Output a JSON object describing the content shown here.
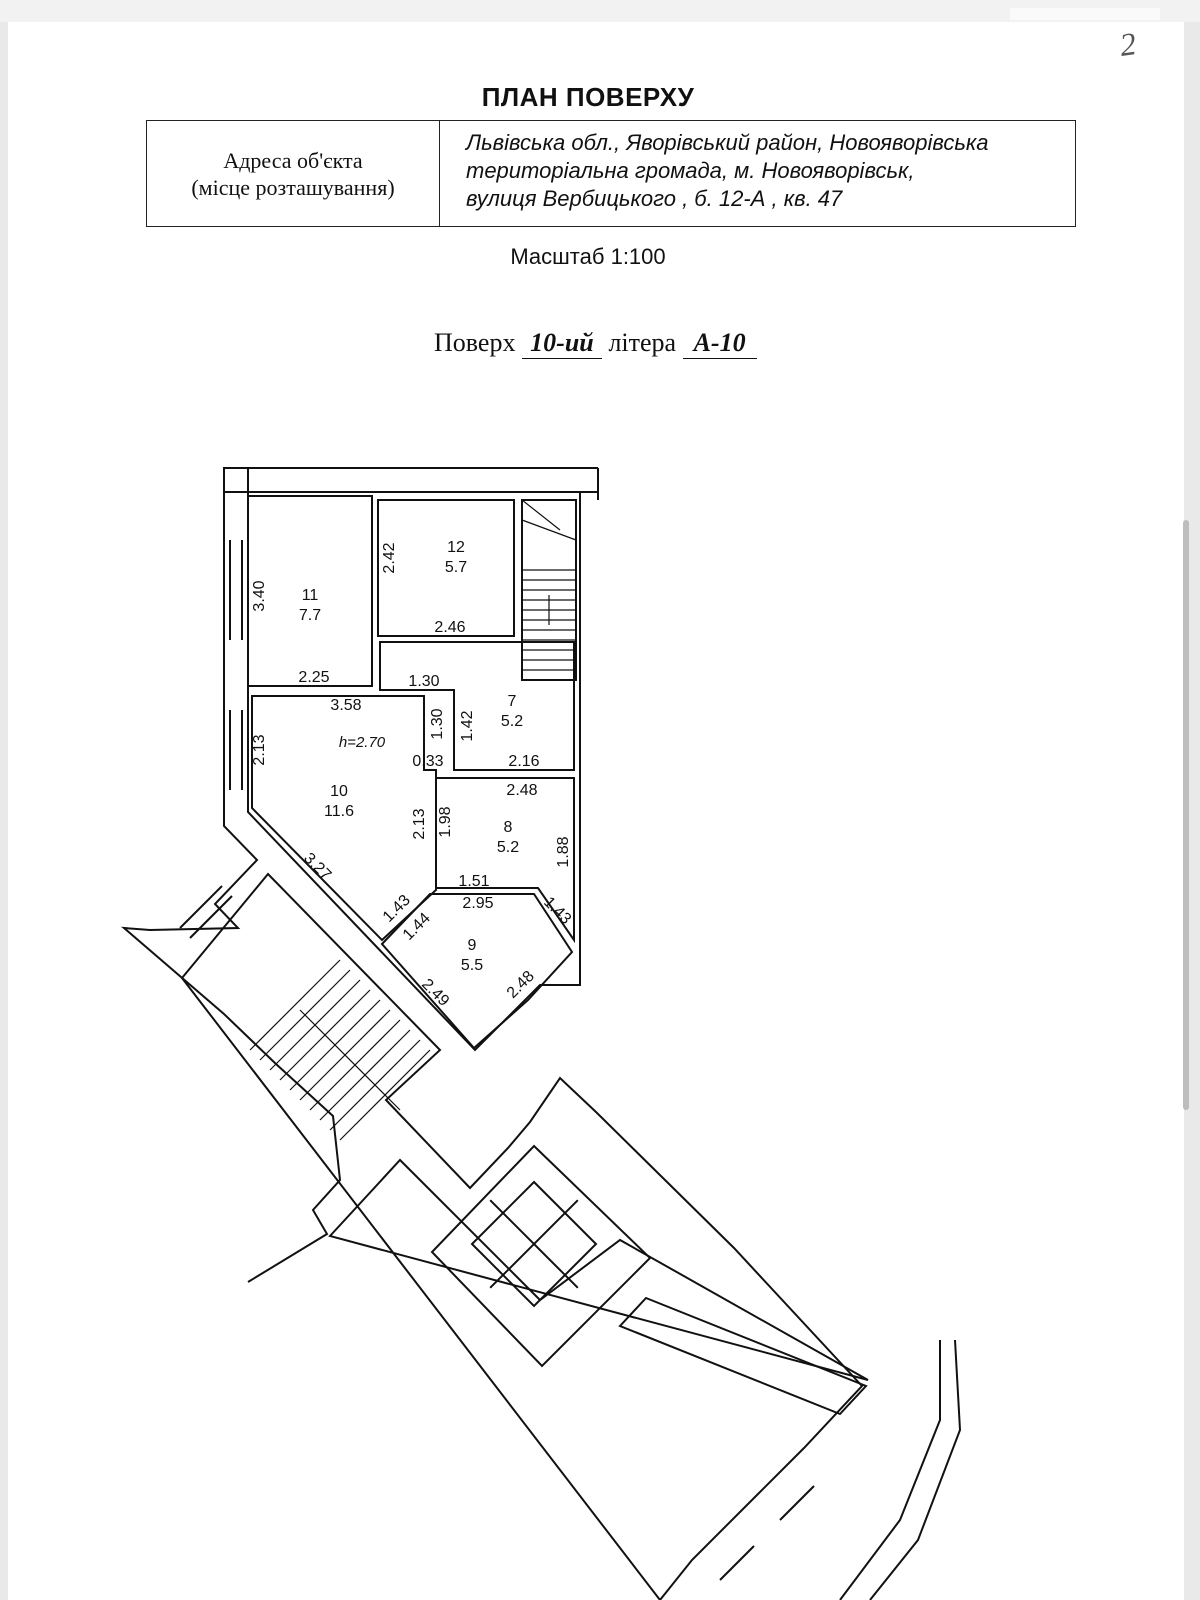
{
  "page_number": "2",
  "title": "ПЛАН ПОВЕРХУ",
  "address": {
    "label_line1": "Адреса об'єкта",
    "label_line2": "(місце розташування)",
    "value_line1": "Львівська обл., Яворівський район, Новояворівська",
    "value_line2": "територіальна громада, м. Новояворівськ,",
    "value_line3": "вулиця Вербицького , б. 12-А , кв. 47"
  },
  "scale": "Масштаб 1:100",
  "floor": {
    "label": "Поверх",
    "value": "10-ий",
    "letter_label": "літера",
    "letter_value": "А-10"
  },
  "ceiling_height": "h=2.70",
  "rooms": [
    {
      "number": "11",
      "area": "7.7"
    },
    {
      "number": "12",
      "area": "5.7"
    },
    {
      "number": "7",
      "area": "5.2"
    },
    {
      "number": "10",
      "area": "11.6"
    },
    {
      "number": "8",
      "area": "5.2"
    },
    {
      "number": "9",
      "area": "5.5"
    }
  ],
  "dimensions": [
    "3.40",
    "2.25",
    "2.42",
    "2.46",
    "1.30",
    "3.58",
    "1.30",
    "1.42",
    "0.33",
    "2.16",
    "2.13",
    "2.48",
    "2.13",
    "1.98",
    "1.88",
    "3.27",
    "1.51",
    "2.95",
    "1.43",
    "1.44",
    "1.43",
    "2.49",
    "2.48"
  ]
}
